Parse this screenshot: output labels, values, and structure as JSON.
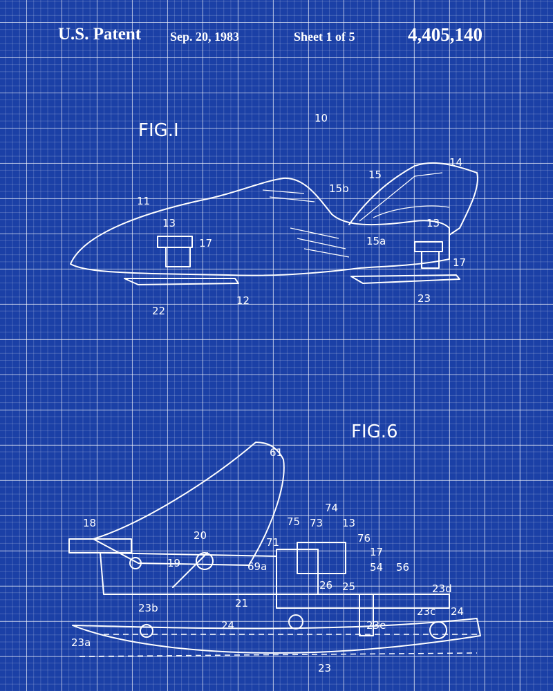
{
  "header": {
    "title": "U.S. Patent",
    "date": "Sep. 20, 1983",
    "sheet": "Sheet 1 of 5",
    "patent_number": "4,405,140"
  },
  "fig1": {
    "title": "FIG.I",
    "labels": [
      "10",
      "11",
      "13",
      "17",
      "12",
      "22",
      "14",
      "15",
      "15b",
      "15a",
      "13",
      "17",
      "23"
    ]
  },
  "fig6": {
    "title": "FIG.6",
    "labels": [
      "61",
      "18",
      "20",
      "19",
      "71",
      "69a",
      "75",
      "73",
      "74",
      "13",
      "76",
      "17",
      "26",
      "25",
      "54",
      "56",
      "23d",
      "21",
      "23b",
      "24",
      "23e",
      "23c",
      "24",
      "23a",
      "23"
    ]
  }
}
